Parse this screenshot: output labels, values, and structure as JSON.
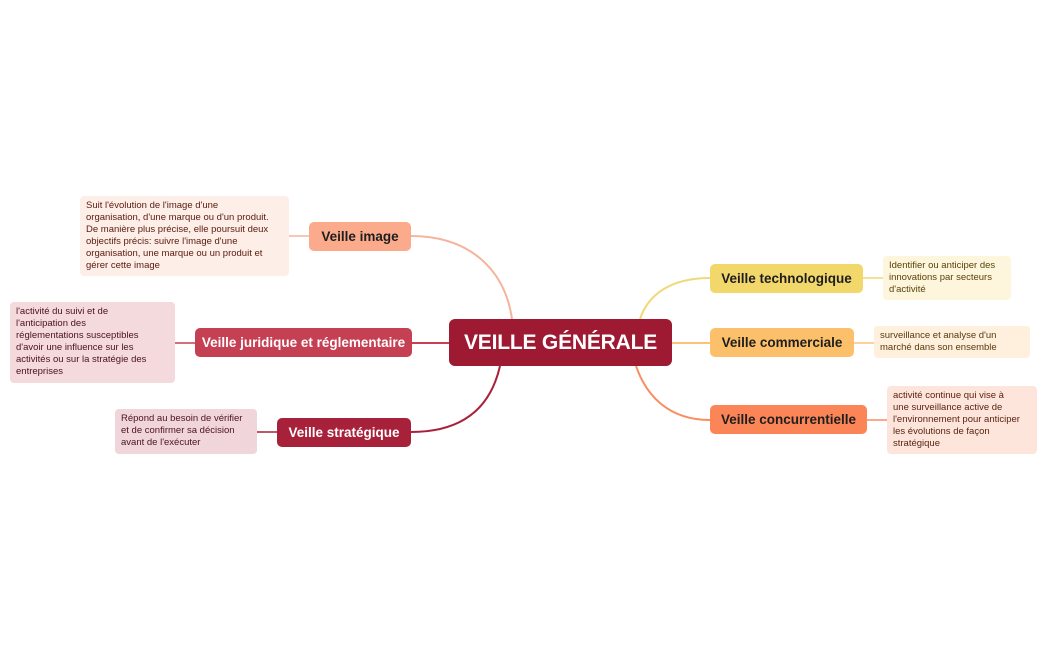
{
  "root": {
    "label": "VEILLE GÉNÉRALE",
    "color": "#9e1a32"
  },
  "branches": {
    "image": {
      "label": "Veille image",
      "color": "#fbab8b",
      "line_color": "#f5b49b",
      "note": "Suit l'évolution de l'image d'une\norganisation, d'une marque ou d'un produit.\nDe manière plus précise, elle poursuit deux\nobjectifs précis: suivre l'image d'une\norganisation, une marque ou un produit et\ngérer cette image",
      "note_bg": "#fdeee7"
    },
    "juridique": {
      "label": "Veille juridique et réglementaire",
      "color": "#c44052",
      "line_color": "#c44052",
      "note": "l'activité du suivi et de\nl'anticipation des\nréglementations susceptibles\nd'avoir une influence sur les\nactivités ou sur la stratégie des\nentreprises",
      "note_bg": "#f4d9dd"
    },
    "strategique": {
      "label": "Veille stratégique",
      "color": "#a8213a",
      "line_color": "#a8213a",
      "note": "Répond au besoin de vérifier\net de confirmer sa décision\navant de l'exécuter",
      "note_bg": "#f0d6da"
    },
    "technologique": {
      "label": "Veille technologique",
      "color": "#f2d76b",
      "line_color": "#f0d97a",
      "note": "Identifier ou anticiper des\ninnovations par secteurs\nd'activité",
      "note_bg": "#fdf6dc"
    },
    "commerciale": {
      "label": "Veille commerciale",
      "color": "#fdc06a",
      "line_color": "#fcc27a",
      "note": "surveillance et analyse d'un\nmarché dans son ensemble",
      "note_bg": "#fef0dc"
    },
    "concurrentielle": {
      "label": "Veille concurrentielle",
      "color": "#fb8557",
      "line_color": "#f98d60",
      "note": "activité continue qui vise à\nune surveillance active de\nl'environnement pour anticiper\nles évolutions de façon\nstratégique",
      "note_bg": "#fde5dc"
    }
  }
}
